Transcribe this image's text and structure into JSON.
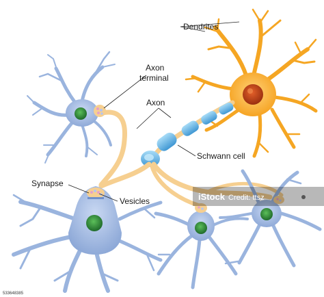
{
  "labels": {
    "dendrites": "Dendrites",
    "axon_terminal_1": "Axon",
    "axon_terminal_2": "terminal",
    "axon": "Axon",
    "schwann_cell": "Schwann cell",
    "synapse": "Synapse",
    "vesicles": "Vesicles"
  },
  "watermark": {
    "brand": "iStock",
    "credit": "Credit: ttsz",
    "image_id": "533648385"
  },
  "colors": {
    "neuron_orange": "#f5a623",
    "neuron_orange_dark": "#e08b10",
    "nucleus_orange": "#c0441c",
    "neuron_blue": "#9ab4de",
    "neuron_blue_dark": "#6f8fc9",
    "nucleus_green": "#2f8a3c",
    "axon_peach": "#f6cf90",
    "myelin_blue": "#5fb3e6"
  }
}
